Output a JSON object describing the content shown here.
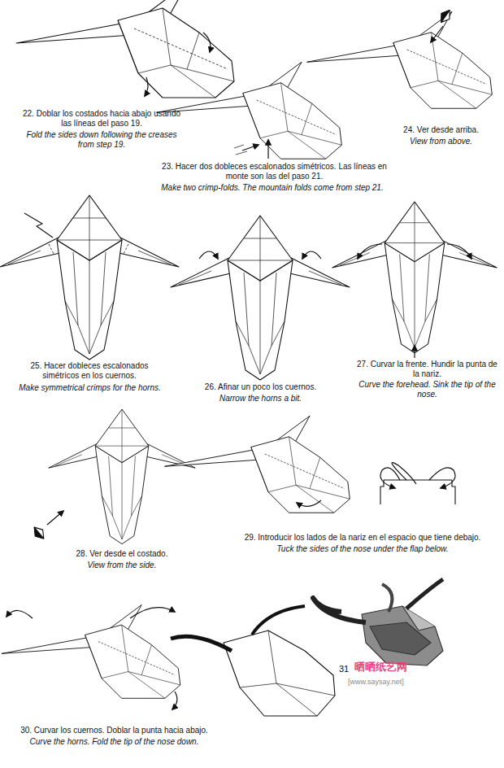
{
  "diagram": {
    "labels": [
      "22. Doblar los costados hacia abajo usando las líneas del paso 19.",
      "Fold the sides down following the creases from step 19.",
      "23. Hacer dos dobleces escalonados simétricos. Las líneas en monte son las del paso 21.",
      "Make two crimp-folds. The mountain folds come from step 21.",
      "24. Ver desde arriba.",
      "View from above.",
      "25. Hacer dobleces escalonados simétricos en los cuernos.",
      "Make symmetrical crimps for the horns.",
      "26. Afinar un poco los cuernos.",
      "Narrow the horns a bit.",
      "27. Curvar la frente. Hundir la punta de la nariz.",
      "Curve the forehead. Sink the tip of the nose.",
      "28. Ver desde el costado.",
      "View from the side.",
      "29. Introducir los lados de la nariz en el espacio que tiene debajo.",
      "Tuck the sides of the nose under the flap below.",
      "30. Curvar los cuernos. Doblar la punta hacia abajo.",
      "Curve the horns. Fold the tip of the nose down.",
      "31",
      "晒晒纸艺网",
      "[www.saysay.net]"
    ]
  }
}
